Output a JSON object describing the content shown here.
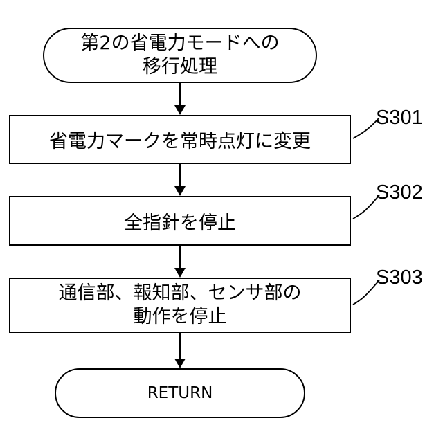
{
  "flowchart": {
    "start": {
      "lines": [
        "第2の省電力モードへの",
        "移行処理"
      ]
    },
    "steps": [
      {
        "id": "S301",
        "lines": [
          "省電力マークを常時点灯に変更"
        ]
      },
      {
        "id": "S302",
        "lines": [
          "全指針を停止"
        ]
      },
      {
        "id": "S303",
        "lines": [
          "通信部、報知部、センサ部の",
          "動作を停止"
        ]
      }
    ],
    "end": {
      "label": "RETURN"
    }
  }
}
